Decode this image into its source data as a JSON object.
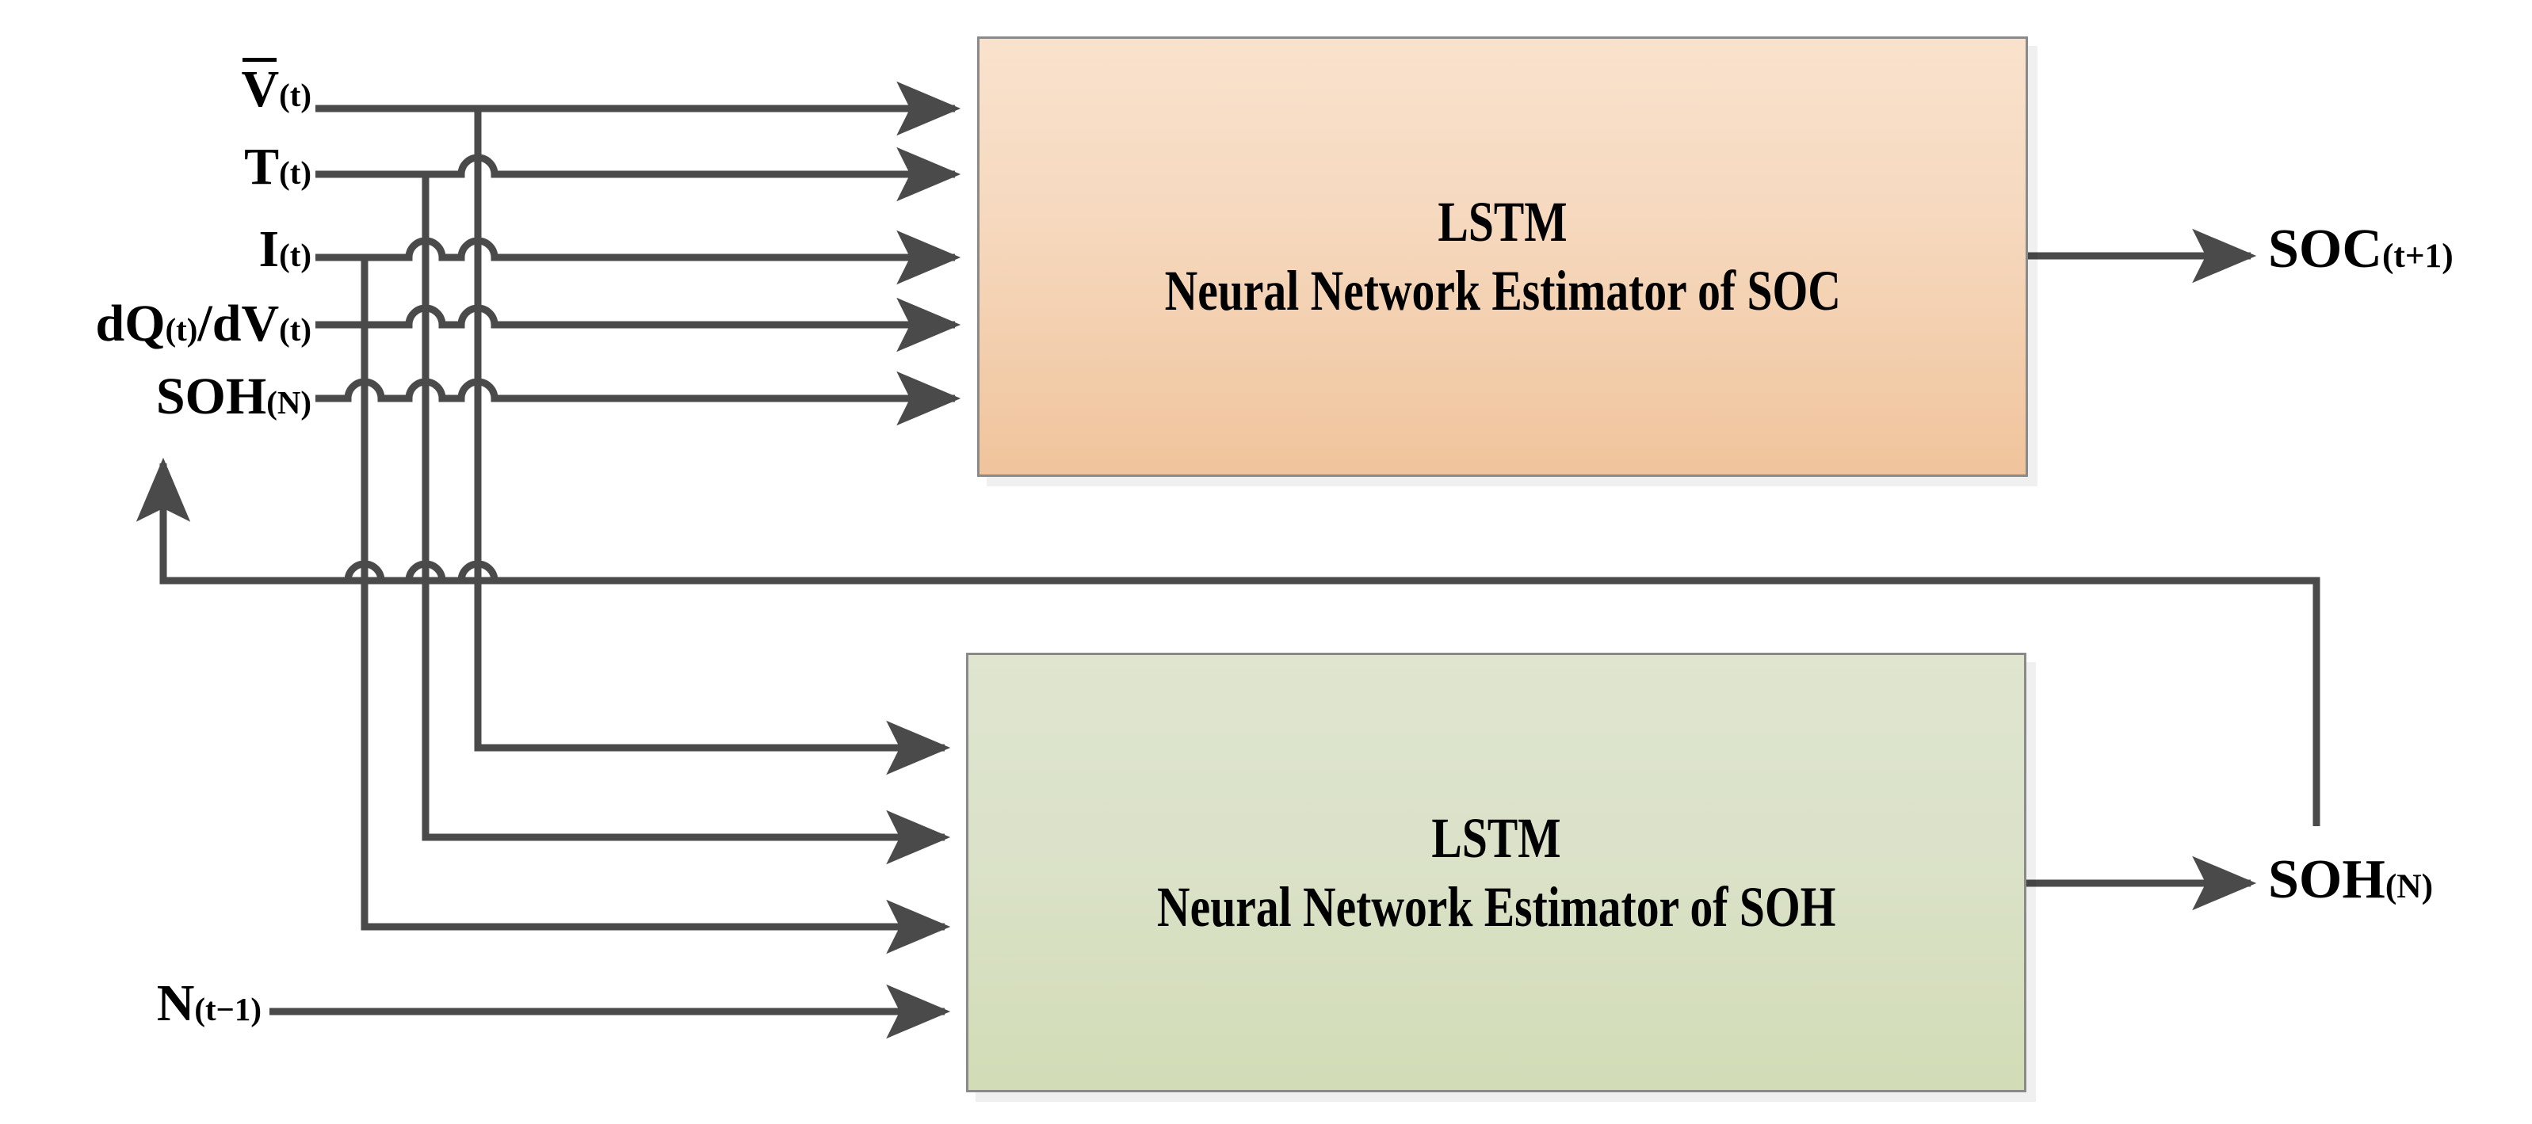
{
  "diagram": {
    "title": "LSTM neural network SOC and SOH estimator block diagram",
    "colors": {
      "wire": "#4a4a4a",
      "box_border": "#8a8a8a",
      "soc_box_fill_top": "#f9e2cd",
      "soc_box_fill_bottom": "#f0c49c",
      "soh_box_fill_top": "#dfe5cf",
      "soh_box_fill_bottom": "#d2dcb6",
      "text": "#000000"
    }
  },
  "inputs": [
    {
      "id": "voltage",
      "base": "V",
      "overline": true,
      "subscript": "(t)",
      "full": "V(t)"
    },
    {
      "id": "temperature",
      "base": "T",
      "overline": false,
      "subscript": "(t)",
      "full": "T(t)"
    },
    {
      "id": "current",
      "base": "I",
      "overline": false,
      "subscript": "(t)",
      "full": "I(t)"
    },
    {
      "id": "dqdv",
      "base": "dQ(t)/dV(t)",
      "overline": false,
      "subscript": "",
      "full": "dQ(t)/dV(t)"
    },
    {
      "id": "soh",
      "base": "SOH",
      "overline": false,
      "subscript": "(N)",
      "full": "SOH(N)"
    },
    {
      "id": "cycle",
      "base": "N",
      "overline": false,
      "subscript": "(t-1)",
      "full": "N(t-1)"
    }
  ],
  "labels": {
    "v_base": "V",
    "v_sub": "(t)",
    "t_base": "T",
    "t_sub": "(t)",
    "i_base": "I",
    "i_sub": "(t)",
    "dq_d": "d",
    "dq_q": "Q",
    "dq_qsub": "(t)",
    "dq_slash_d": "/d",
    "dq_v": "V",
    "dq_vsub": "(t)",
    "soh_base": "SOH",
    "soh_sub": "(N)",
    "n_base": "N",
    "n_sub": "(t−1)",
    "soc_out_base": "SOC",
    "soc_out_sub": "(t+1)",
    "soh_out_base": "SOH",
    "soh_out_sub": "(N)"
  },
  "blocks": [
    {
      "id": "soc-estimator",
      "line1": "LSTM",
      "line2": "Neural Network Estimator of SOC",
      "fill": "orange",
      "inputs": [
        "V(t)",
        "T(t)",
        "I(t)",
        "dQ(t)/dV(t)",
        "SOH(N)"
      ],
      "output": "SOC(t+1)"
    },
    {
      "id": "soh-estimator",
      "line1": "LSTM",
      "line2": "Neural Network Estimator of SOH",
      "fill": "green",
      "inputs": [
        "V(t)",
        "T(t)",
        "I(t)",
        "N(t-1)"
      ],
      "output": "SOH(N)"
    }
  ],
  "outputs": [
    {
      "id": "soc-out",
      "full": "SOC(t+1)"
    },
    {
      "id": "soh-out",
      "full": "SOH(N)"
    }
  ],
  "feedback": {
    "from": "SOH(N)",
    "to": "SOH(N) input of SOC estimator",
    "description": "SOH output is fed back to the SOC estimator input"
  }
}
